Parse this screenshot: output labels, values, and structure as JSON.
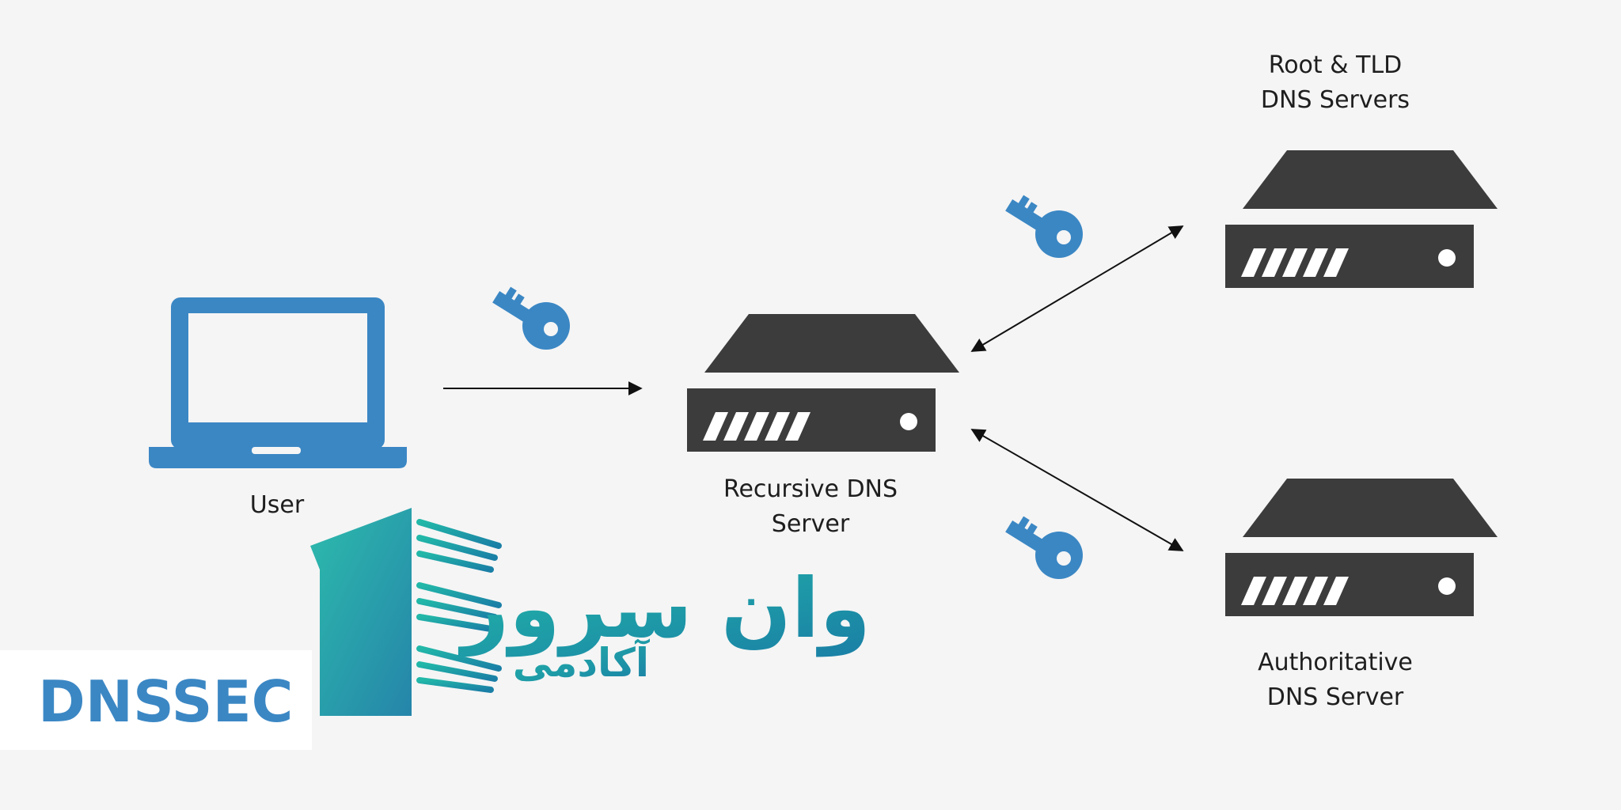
{
  "labels": {
    "user": "User",
    "recursive_line1": "Recursive DNS",
    "recursive_line2": "Server",
    "root_line1": "Root & TLD",
    "root_line2": "DNS Servers",
    "auth_line1": "Authoritative",
    "auth_line2": "DNS Server"
  },
  "badge": {
    "title": "DNSSEC"
  },
  "logo": {
    "main_text": "وان سرور",
    "sub_text": "آکادمی"
  },
  "icons": {
    "user": "laptop-icon",
    "server": "server-icon",
    "key": "key-icon"
  },
  "colors": {
    "background": "#f5f5f5",
    "server": "#3c3c3c",
    "laptop": "#3b87c4",
    "key": "#3b87c4",
    "arrow": "#111111",
    "label": "#1e1e1e",
    "badge_text": "#3b87c4",
    "badge_bg": "#ffffff",
    "logo_teal": "#1aa3a3"
  }
}
